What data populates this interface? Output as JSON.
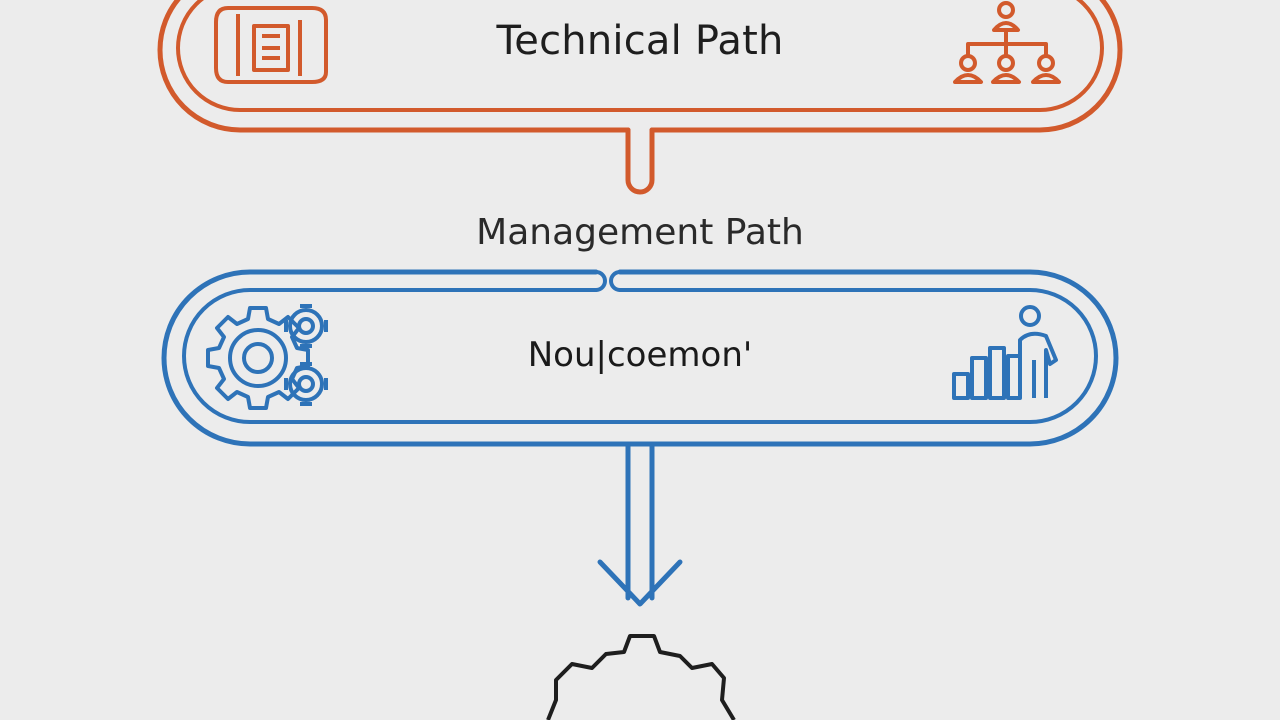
{
  "colors": {
    "background": "#ececec",
    "technical_accent": "#d25a2c",
    "management_accent": "#2e73b8",
    "outline_dark": "#1e1e1e"
  },
  "technical_path": {
    "label": "Technical Path",
    "left_icon": "blueprint-scroll-icon",
    "right_icon": "org-chart-icon"
  },
  "management_path": {
    "label": "Management Path"
  },
  "lower_box": {
    "label": "Nou|coemon'",
    "left_icon": "gears-icon",
    "right_icon": "bar-chart-person-icon"
  },
  "bottom_icon": "gear-outline-icon"
}
